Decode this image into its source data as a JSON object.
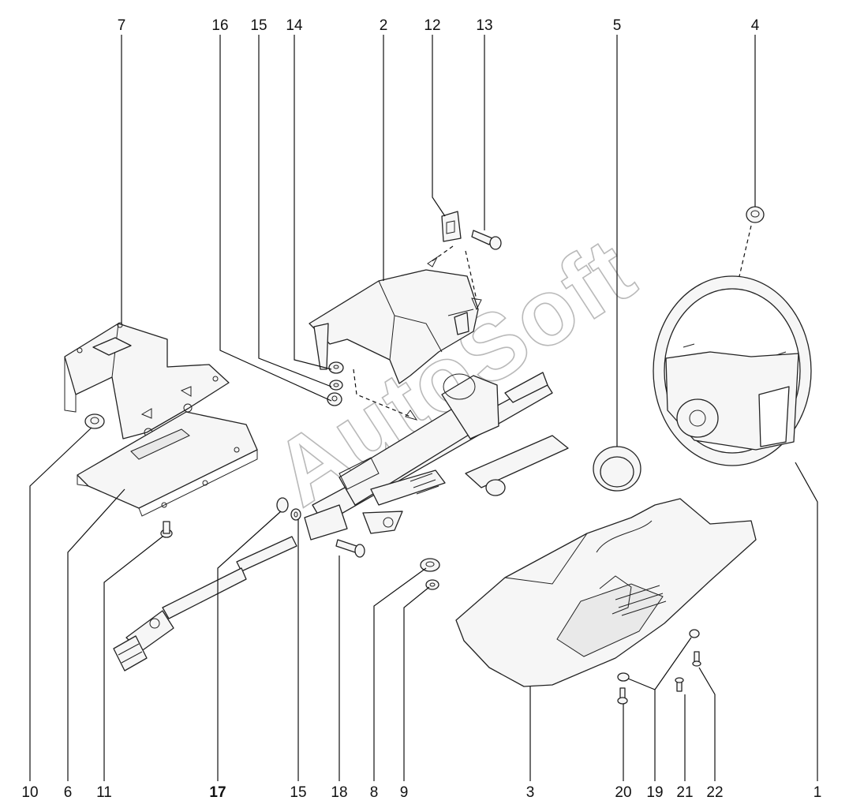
{
  "watermark": "AutoSoft",
  "callouts": {
    "c7": "7",
    "c16": "16",
    "c15_top": "15",
    "c14": "14",
    "c2": "2",
    "c12": "12",
    "c13": "13",
    "c5": "5",
    "c4": "4",
    "c10": "10",
    "c6": "6",
    "c11": "11",
    "c17": "17",
    "c15_bottom": "15",
    "c18": "18",
    "c8": "8",
    "c9": "9",
    "c3": "3",
    "c20": "20",
    "c19": "19",
    "c21": "21",
    "c22": "22",
    "c1": "1"
  },
  "colors": {
    "line": "#222222",
    "fill": "#f6f6f6",
    "watermark": "#b9b9b9"
  }
}
